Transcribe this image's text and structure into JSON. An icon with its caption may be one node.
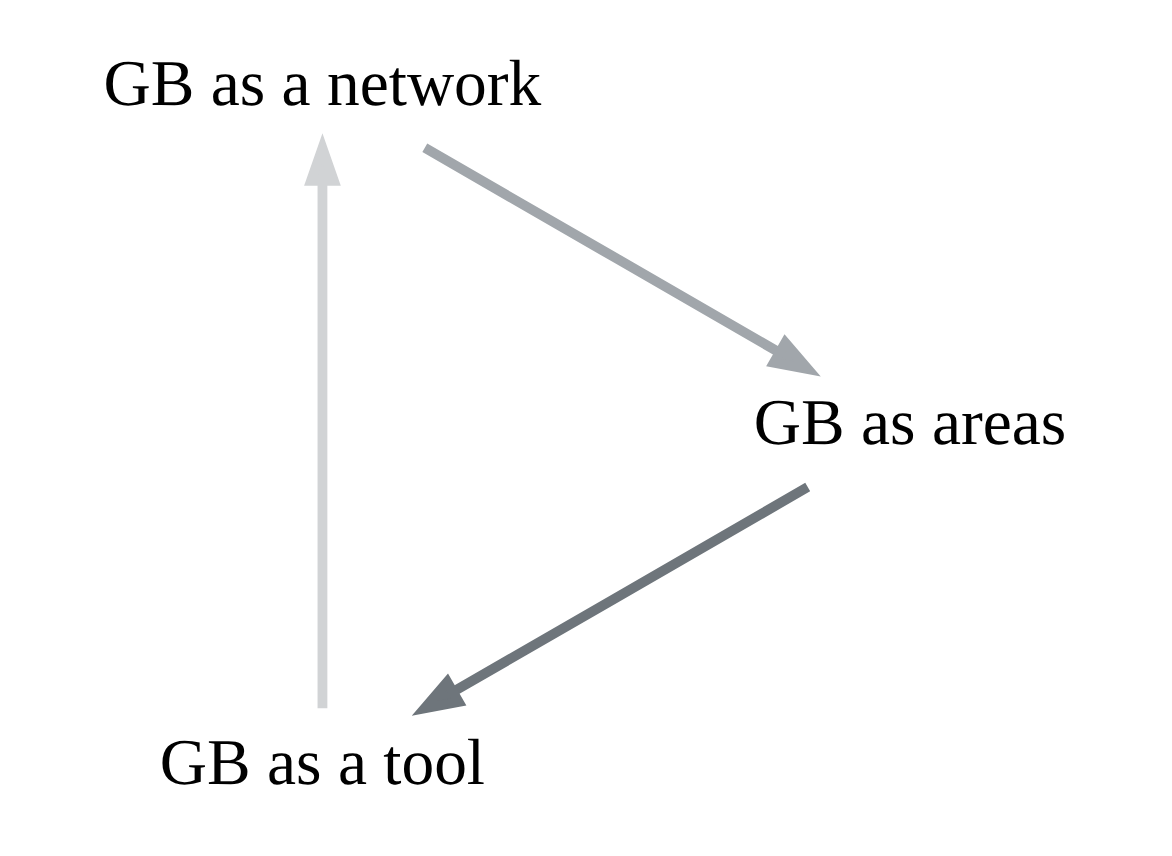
{
  "diagram": {
    "nodes": [
      {
        "text": [
          "GB as a tool"
        ]
      },
      {
        "text": [
          "GB as a network"
        ]
      },
      {
        "text": [
          "GB as areas"
        ]
      }
    ],
    "edges": [
      {
        "from": 0,
        "to": 1,
        "arrow": "to",
        "color": "#d1d3d5"
      },
      {
        "from": 1,
        "to": 2,
        "arrow": "to",
        "color": "#a1a6ab"
      },
      {
        "from": 2,
        "to": 0,
        "arrow": "to",
        "color": "#6e757b"
      }
    ]
  }
}
